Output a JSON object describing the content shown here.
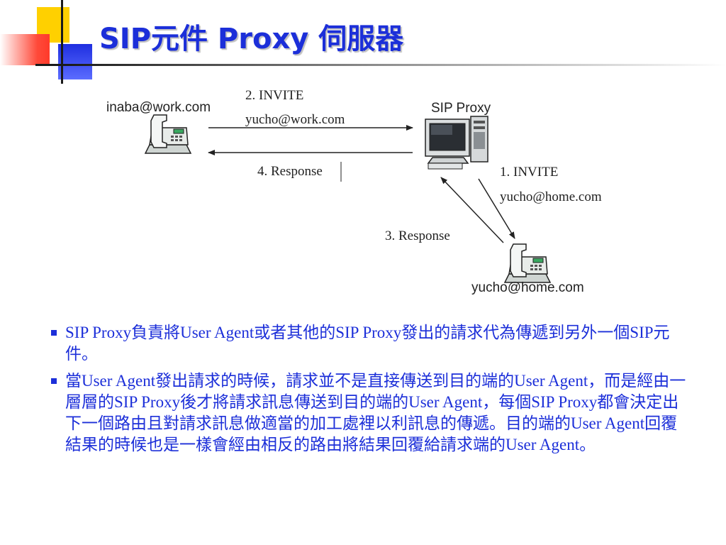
{
  "slide": {
    "title": "SIP元件 Proxy 伺服器"
  },
  "diagram": {
    "user_work": "inaba@work.com",
    "proxy": "SIP Proxy",
    "user_home": "yucho@home.com",
    "step2_method": "2.   INVITE",
    "step2_uri": "yucho@work.com",
    "step4": "4. Response",
    "step1_method": "1.   INVITE",
    "step1_uri": "yucho@home.com",
    "step3": "3. Response"
  },
  "bullets": [
    "SIP Proxy負責將User Agent或者其他的SIP Proxy發出的請求代為傳遞到另外一個SIP元件。",
    "當User Agent發出請求的時候，請求並不是直接傳送到目的端的User Agent，而是經由一層層的SIP Proxy後才將請求訊息傳送到目的端的User Agent，每個SIP Proxy都會決定出下一個路由且對請求訊息做適當的加工處裡以利訊息的傳遞。目的端的User Agent回覆結果的時候也是一樣會經由相反的路由將結果回覆給請求端的User Agent。"
  ],
  "colors": {
    "title": "#1c2fd9",
    "bullet_text": "#1c2fd9",
    "accent_yellow": "#ffd000",
    "accent_red": "#ff4a3a",
    "accent_blue": "#1f2fe0"
  }
}
